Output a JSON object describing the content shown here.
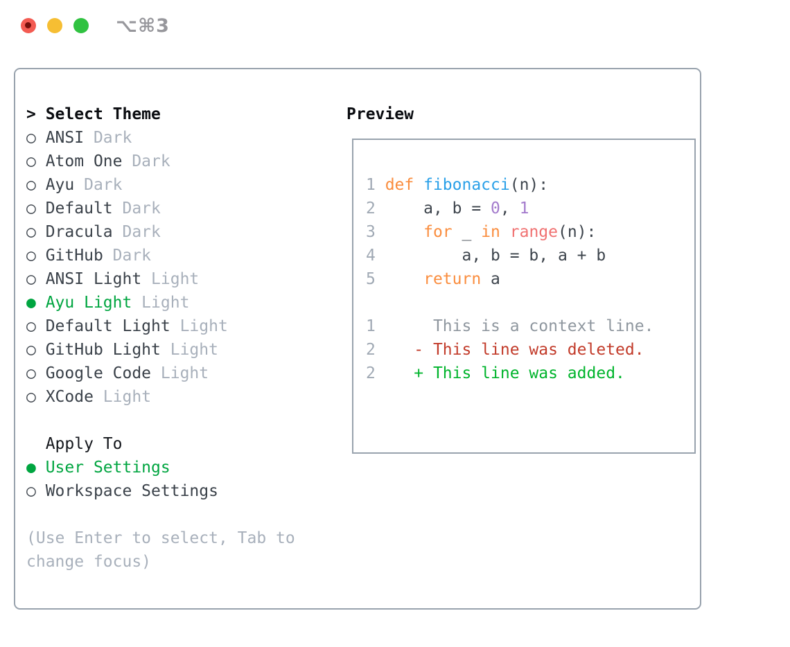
{
  "window": {
    "shortcut_label": "⌥⌘3",
    "traffic_lights": [
      "close",
      "minimize",
      "zoom"
    ]
  },
  "colors": {
    "accent_green": "#00a540",
    "muted_gray": "#a8b0bb",
    "border_gray": "#98a2ad",
    "traffic_red": "#f35b52",
    "traffic_yellow": "#f6be33",
    "traffic_green": "#30c241",
    "gutter_gray": "#a0a9b4",
    "keyword_orange": "#fa8d3e",
    "function_blue": "#2aa0e8",
    "builtin_coral": "#f07171",
    "number_purple": "#a37acc",
    "code_plain": "#3d444c",
    "context_gray": "#8f979f",
    "deleted_red": "#c23b2a",
    "added_green": "#00b42c"
  },
  "theme_panel": {
    "prompt": ">",
    "title": "Select Theme",
    "radio_unselected": "○",
    "radio_selected": "●",
    "themes": [
      {
        "name": "ANSI",
        "variant": "Dark",
        "selected": false
      },
      {
        "name": "Atom One",
        "variant": "Dark",
        "selected": false
      },
      {
        "name": "Ayu",
        "variant": "Dark",
        "selected": false
      },
      {
        "name": "Default",
        "variant": "Dark",
        "selected": false
      },
      {
        "name": "Dracula",
        "variant": "Dark",
        "selected": false
      },
      {
        "name": "GitHub",
        "variant": "Dark",
        "selected": false
      },
      {
        "name": "ANSI Light",
        "variant": "Light",
        "selected": false
      },
      {
        "name": "Ayu Light",
        "variant": "Light",
        "selected": true
      },
      {
        "name": "Default Light",
        "variant": "Light",
        "selected": false
      },
      {
        "name": "GitHub Light",
        "variant": "Light",
        "selected": false
      },
      {
        "name": "Google Code",
        "variant": "Light",
        "selected": false
      },
      {
        "name": "XCode",
        "variant": "Light",
        "selected": false
      }
    ],
    "apply_to": {
      "title": "Apply To",
      "options": [
        {
          "name": "User Settings",
          "selected": true
        },
        {
          "name": "Workspace Settings",
          "selected": false
        }
      ]
    },
    "hint": "(Use Enter to select, Tab to change focus)"
  },
  "preview": {
    "title": "Preview",
    "lines": [
      {
        "kind": "code",
        "segs": [
          [
            "num",
            "1 "
          ],
          [
            "kw",
            "def "
          ],
          [
            "fn",
            "fibonacci"
          ],
          [
            "plain",
            "(n):"
          ]
        ]
      },
      {
        "kind": "code",
        "segs": [
          [
            "num",
            "2 "
          ],
          [
            "plain",
            "    a, b = "
          ],
          [
            "const",
            "0"
          ],
          [
            "plain",
            ", "
          ],
          [
            "const",
            "1"
          ]
        ]
      },
      {
        "kind": "code",
        "segs": [
          [
            "num",
            "3 "
          ],
          [
            "plain",
            "    "
          ],
          [
            "kw",
            "for"
          ],
          [
            "plain",
            " _ "
          ],
          [
            "kw",
            "in"
          ],
          [
            "plain",
            " "
          ],
          [
            "builtin",
            "range"
          ],
          [
            "plain",
            "(n):"
          ]
        ]
      },
      {
        "kind": "code",
        "segs": [
          [
            "num",
            "4 "
          ],
          [
            "plain",
            "        a, b = b, a + b"
          ]
        ]
      },
      {
        "kind": "code",
        "segs": [
          [
            "num",
            "5 "
          ],
          [
            "plain",
            "    "
          ],
          [
            "kw",
            "return"
          ],
          [
            "plain",
            " a"
          ]
        ]
      },
      {
        "kind": "blank",
        "segs": []
      },
      {
        "kind": "context",
        "segs": [
          [
            "num",
            "1"
          ],
          [
            "context",
            "      This is a context line."
          ]
        ]
      },
      {
        "kind": "deleted",
        "segs": [
          [
            "num",
            "2"
          ],
          [
            "deleted",
            "    - This line was deleted."
          ]
        ]
      },
      {
        "kind": "added",
        "segs": [
          [
            "num",
            "2"
          ],
          [
            "added",
            "    + This line was added."
          ]
        ]
      }
    ]
  }
}
